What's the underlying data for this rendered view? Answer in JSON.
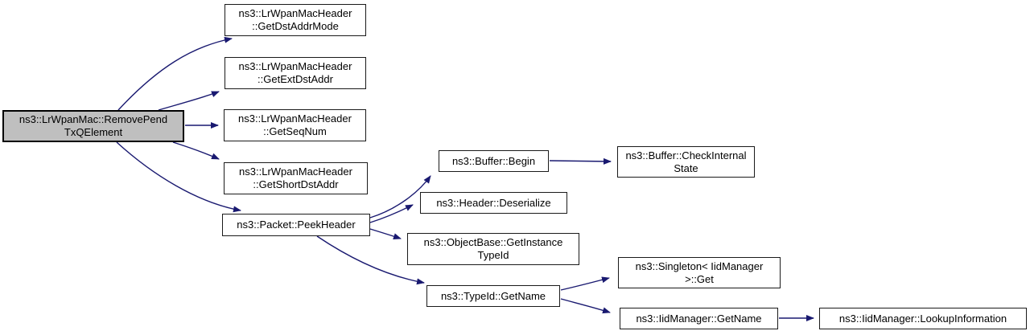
{
  "diagram": {
    "type": "doxygen-call-graph",
    "background_color": "#ffffff",
    "edge_color": "#191970",
    "node_fill_color": "#ffffff",
    "node_border_color": "#1a1a1a",
    "highlighted_node_fill_color": "#bfbfbf",
    "text_color": "#000000"
  },
  "nodes": [
    {
      "id": "removePendTxQElement",
      "line1": "ns3::LrWpanMac::RemovePend",
      "line2": "TxQElement",
      "highlighted": true
    },
    {
      "id": "getDstAddrMode",
      "line1": "ns3::LrWpanMacHeader",
      "line2": "::GetDstAddrMode"
    },
    {
      "id": "getExtDstAddr",
      "line1": "ns3::LrWpanMacHeader",
      "line2": "::GetExtDstAddr"
    },
    {
      "id": "getSeqNum",
      "line1": "ns3::LrWpanMacHeader",
      "line2": "::GetSeqNum"
    },
    {
      "id": "getShortDstAddr",
      "line1": "ns3::LrWpanMacHeader",
      "line2": "::GetShortDstAddr"
    },
    {
      "id": "peekHeader",
      "line1": "ns3::Packet::PeekHeader"
    },
    {
      "id": "bufferBegin",
      "line1": "ns3::Buffer::Begin"
    },
    {
      "id": "checkInternalState",
      "line1": "ns3::Buffer::CheckInternal",
      "line2": "State"
    },
    {
      "id": "headerDeserialize",
      "line1": "ns3::Header::Deserialize"
    },
    {
      "id": "getInstanceTypeId",
      "line1": "ns3::ObjectBase::GetInstance",
      "line2": "TypeId"
    },
    {
      "id": "typeIdGetName",
      "line1": "ns3::TypeId::GetName"
    },
    {
      "id": "singletonGet",
      "line1": "ns3::Singleton< IidManager",
      "line2": ">::Get"
    },
    {
      "id": "iidManagerGetName",
      "line1": "ns3::IidManager::GetName"
    },
    {
      "id": "lookupInformation",
      "line1": "ns3::IidManager::LookupInformation"
    }
  ],
  "edges": [
    {
      "from": "removePendTxQElement",
      "to": "getDstAddrMode"
    },
    {
      "from": "removePendTxQElement",
      "to": "getExtDstAddr"
    },
    {
      "from": "removePendTxQElement",
      "to": "getSeqNum"
    },
    {
      "from": "removePendTxQElement",
      "to": "getShortDstAddr"
    },
    {
      "from": "removePendTxQElement",
      "to": "peekHeader"
    },
    {
      "from": "peekHeader",
      "to": "bufferBegin"
    },
    {
      "from": "peekHeader",
      "to": "headerDeserialize"
    },
    {
      "from": "peekHeader",
      "to": "getInstanceTypeId"
    },
    {
      "from": "peekHeader",
      "to": "typeIdGetName"
    },
    {
      "from": "bufferBegin",
      "to": "checkInternalState"
    },
    {
      "from": "typeIdGetName",
      "to": "singletonGet"
    },
    {
      "from": "typeIdGetName",
      "to": "iidManagerGetName"
    },
    {
      "from": "iidManagerGetName",
      "to": "lookupInformation"
    }
  ]
}
